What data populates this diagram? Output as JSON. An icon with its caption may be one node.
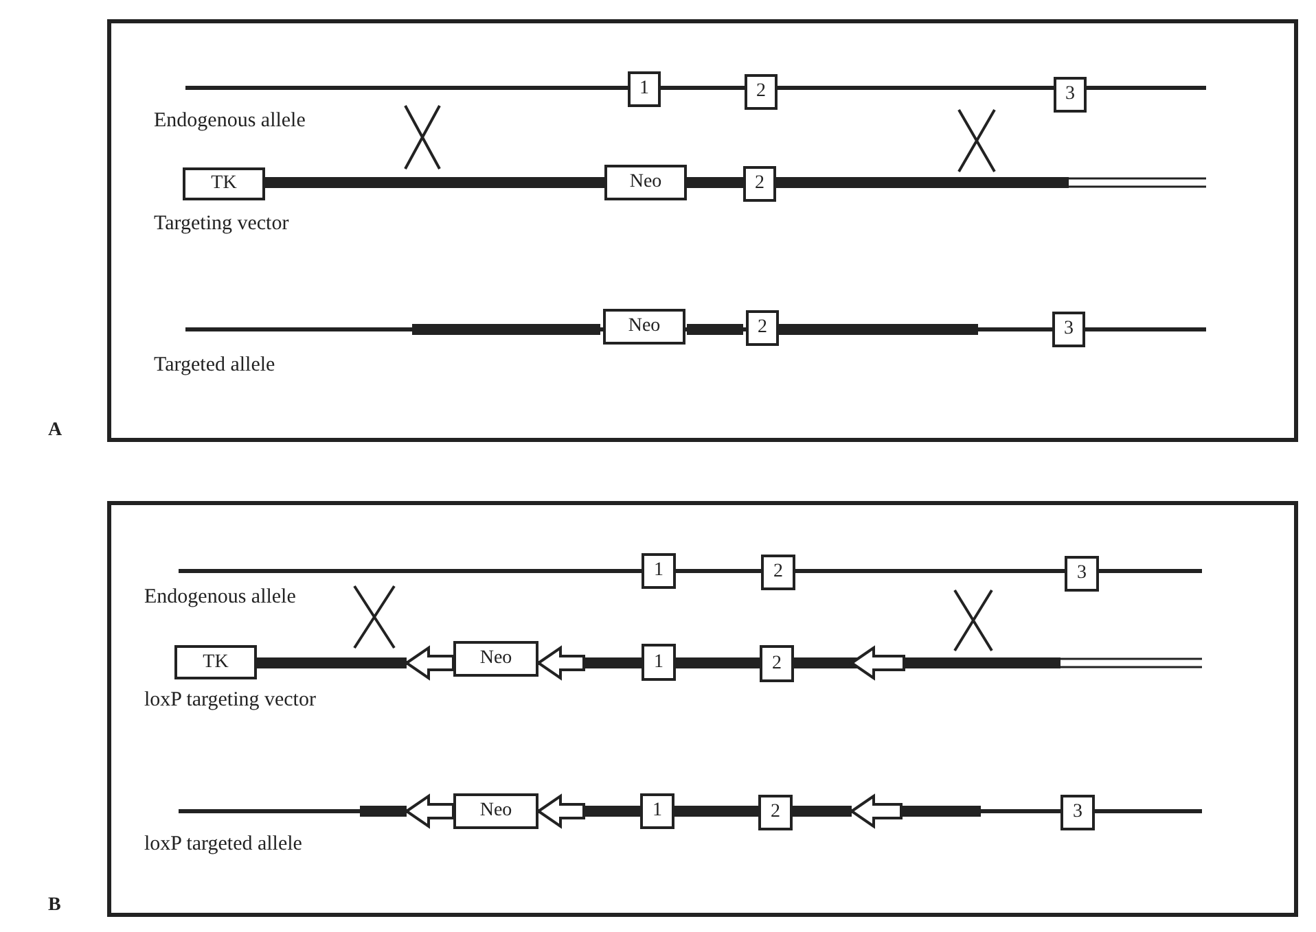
{
  "diagram": {
    "nodes": [
      {
        "text": [
          "A"
        ]
      },
      {
        "text": [
          "1"
        ],
        "in": 0
      },
      {
        "text": [
          "2"
        ],
        "in": 0
      },
      {
        "text": [
          "3"
        ],
        "in": 0
      },
      {
        "text": [
          "TK"
        ],
        "in": 0
      },
      {
        "text": [
          "Neo"
        ],
        "in": 0
      },
      {
        "text": [
          "2"
        ],
        "in": 0
      },
      {
        "text": [
          "Neo"
        ],
        "in": 0
      },
      {
        "text": [
          "2"
        ],
        "in": 0
      },
      {
        "text": [
          "3"
        ],
        "in": 0
      },
      {
        "text": [
          "B"
        ]
      },
      {
        "text": [
          "1"
        ],
        "in": 10
      },
      {
        "text": [
          "2"
        ],
        "in": 10
      },
      {
        "text": [
          "3"
        ],
        "in": 10
      },
      {
        "text": [
          "TK"
        ],
        "in": 10
      },
      {
        "text": [
          "Neo"
        ],
        "in": 10
      },
      {
        "text": [
          "1"
        ],
        "in": 10
      },
      {
        "text": [
          "2"
        ],
        "in": 10
      },
      {
        "text": [
          "Neo"
        ],
        "in": 10
      },
      {
        "text": [
          "1"
        ],
        "in": 10
      },
      {
        "text": [
          "2"
        ],
        "in": 10
      },
      {
        "text": [
          "3"
        ],
        "in": 10
      }
    ],
    "labels": [
      "Endogenous allele",
      "Targeting vector",
      "Targeted allele",
      "Endogenous allele",
      "loxP targeting vector",
      "loxP targeted allele"
    ]
  }
}
